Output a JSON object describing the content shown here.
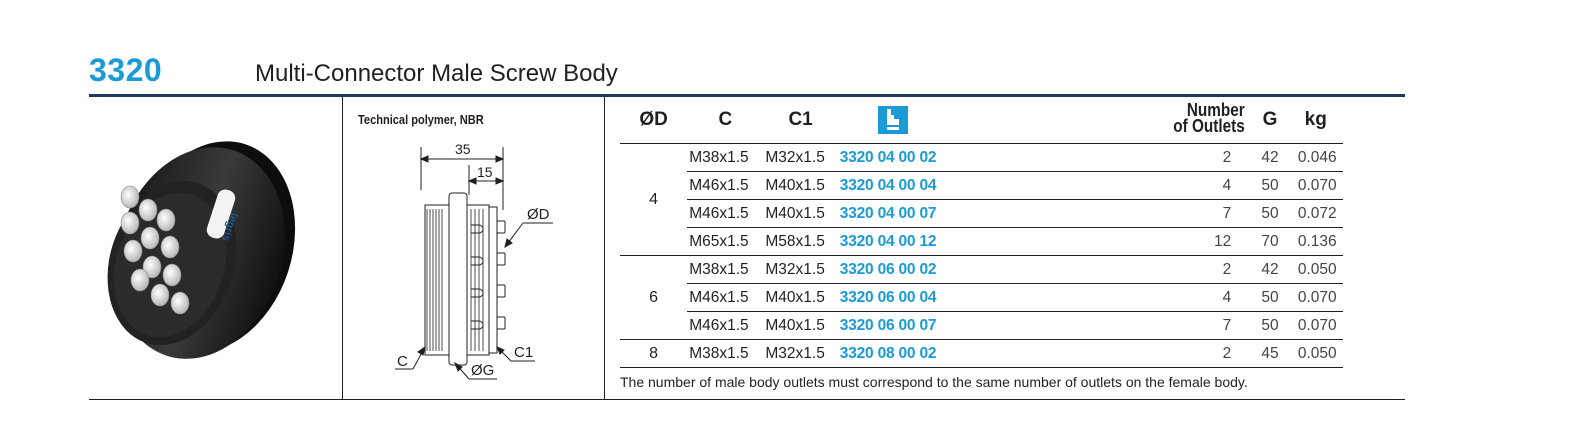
{
  "header": {
    "code": "3320",
    "title": "Multi-Connector Male Screw Body"
  },
  "material": "Technical polymer, NBR",
  "photo": {
    "brand_text": "legris"
  },
  "drawing": {
    "dim_total": "35",
    "dim_partial": "15",
    "label_od": "ØD",
    "label_c": "C",
    "label_c1": "C1",
    "label_og": "ØG"
  },
  "table": {
    "headers": {
      "od": "ØD",
      "c": "C",
      "c1": "C1",
      "ref_icon": "legris-catalog-icon",
      "outlets_line1": "Number",
      "outlets_line2": "of Outlets",
      "g": "G",
      "kg": "kg"
    },
    "groups": [
      {
        "od": "4",
        "rows": [
          {
            "c": "M38x1.5",
            "c1": "M32x1.5",
            "ref": "3320 04 00 02",
            "outlets": "2",
            "g": "42",
            "kg": "0.046"
          },
          {
            "c": "M46x1.5",
            "c1": "M40x1.5",
            "ref": "3320 04 00 04",
            "outlets": "4",
            "g": "50",
            "kg": "0.070"
          },
          {
            "c": "M46x1.5",
            "c1": "M40x1.5",
            "ref": "3320 04 00 07",
            "outlets": "7",
            "g": "50",
            "kg": "0.072"
          },
          {
            "c": "M65x1.5",
            "c1": "M58x1.5",
            "ref": "3320 04 00 12",
            "outlets": "12",
            "g": "70",
            "kg": "0.136"
          }
        ]
      },
      {
        "od": "6",
        "rows": [
          {
            "c": "M38x1.5",
            "c1": "M32x1.5",
            "ref": "3320 06 00 02",
            "outlets": "2",
            "g": "42",
            "kg": "0.050"
          },
          {
            "c": "M46x1.5",
            "c1": "M40x1.5",
            "ref": "3320 06 00 04",
            "outlets": "4",
            "g": "50",
            "kg": "0.070"
          },
          {
            "c": "M46x1.5",
            "c1": "M40x1.5",
            "ref": "3320 06 00 07",
            "outlets": "7",
            "g": "50",
            "kg": "0.070"
          }
        ]
      },
      {
        "od": "8",
        "rows": [
          {
            "c": "M38x1.5",
            "c1": "M32x1.5",
            "ref": "3320 08 00 02",
            "outlets": "2",
            "g": "45",
            "kg": "0.050"
          }
        ]
      }
    ]
  },
  "note": "The number of male body outlets must correspond to the same number of outlets on the female body.",
  "colors": {
    "accent": "#1a9bd7",
    "rule": "#1f3a5f",
    "text": "#231f20"
  }
}
